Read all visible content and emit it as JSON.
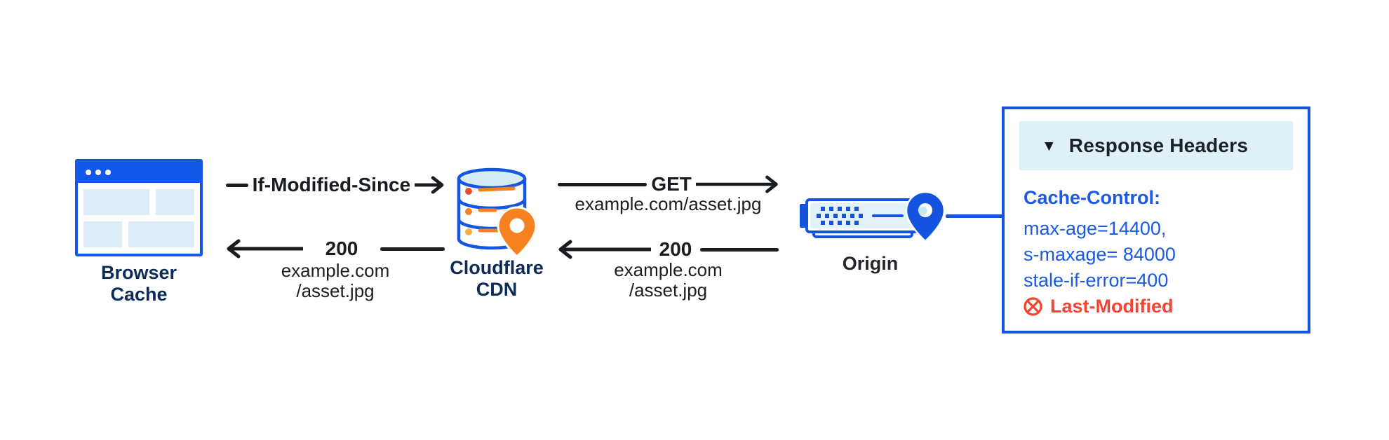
{
  "colors": {
    "brand_blue": "#1453dd",
    "browser_chrome_blue": "#1259ea",
    "text_blue": "#1b59e8",
    "navy_label": "#0d2b57",
    "arrow_black": "#191c20",
    "orange": "#f6821f",
    "dot_red_orange": "#f04e24",
    "dot_light_orange": "#fbad41",
    "red_error": "#f64333",
    "light_blue_fill": "#dcedf8",
    "panel_header_fill": "#def1f8"
  },
  "nodes": {
    "browser_cache": {
      "label_line1": "Browser",
      "label_line2": "Cache"
    },
    "cloudflare_cdn": {
      "label_line1": "Cloudflare",
      "label_line2": "CDN"
    },
    "origin": {
      "label": "Origin"
    }
  },
  "flows": {
    "browser_to_cdn": {
      "label": "If-Modified-Since"
    },
    "cdn_to_browser": {
      "status": "200",
      "url_line1": "example.com",
      "url_line2": "/asset.jpg"
    },
    "cdn_to_origin": {
      "label": "GET",
      "url": "example.com/asset.jpg"
    },
    "origin_to_cdn": {
      "status": "200",
      "url_line1": "example.com",
      "url_line2": "/asset.jpg"
    }
  },
  "response_headers_panel": {
    "collapse_glyph": "▼",
    "title": "Response Headers",
    "cache_control_label": "Cache-Control:",
    "directives": [
      "max-age=14400,",
      "s-maxage= 84000",
      "stale-if-error=400"
    ],
    "crossed_header": "Last-Modified",
    "crossed_icon": "circle-x-icon"
  }
}
